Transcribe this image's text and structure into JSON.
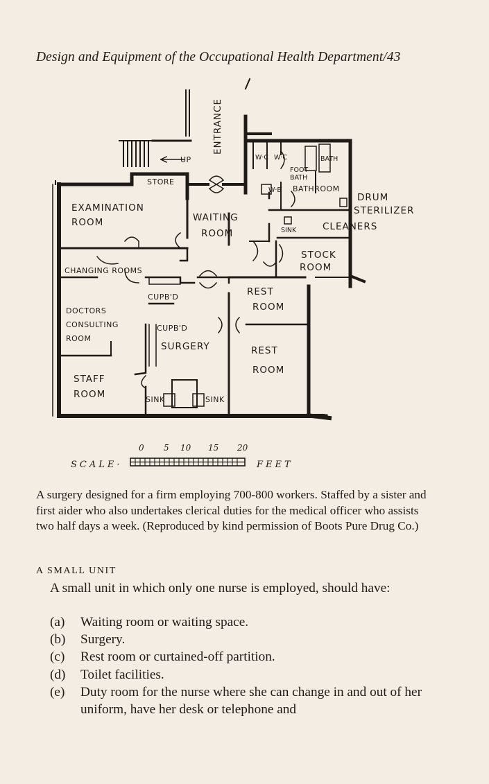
{
  "header": {
    "running_head": "Design and Equipment of the Occupational Health Department/43"
  },
  "plan": {
    "labels": {
      "entrance": "ENTRANCE",
      "up": "UP",
      "store": "STORE",
      "examination_1": "EXAMINATION",
      "examination_2": "ROOM",
      "waiting_1": "WAITING",
      "waiting_2": "ROOM",
      "wc": "W·C",
      "wc2": "W·C",
      "bath": "BATH",
      "foot_bath_1": "FOOT",
      "foot_bath_2": "BATH",
      "wb": "W·B",
      "bathroom": "BATHROOM",
      "drum": "DRUM",
      "sterilizer": "STERILIZER",
      "sink_top": "SINK",
      "cleaners": "CLEANERS",
      "stock_1": "STOCK",
      "stock_2": "ROOM",
      "changing": "CHANGING ROOMS",
      "rest_a_1": "REST",
      "rest_a_2": "ROOM",
      "cupbd_1": "CUPB'D",
      "doctors_1": "DOCTORS",
      "doctors_2": "CONSULTING",
      "doctors_3": "ROOM",
      "cupbd_2": "CUPB'D",
      "surgery": "SURGERY",
      "rest_b_1": "REST",
      "rest_b_2": "ROOM",
      "staff_1": "STAFF",
      "staff_2": "ROOM",
      "sink_left": "SINK",
      "sink_right": "SINK"
    },
    "scale": {
      "numbers": [
        "0",
        "5",
        "10",
        "15",
        "20"
      ],
      "left_text": "SCALE·",
      "right_text": "FEET"
    }
  },
  "caption": "A surgery designed for a firm employing 700-800 workers. Staffed by a sister and first aider who also undertakes clerical duties for the medical officer who assists two half days a week. (Reproduced by kind permission of Boots Pure Drug Co.)",
  "section": {
    "heading": "A SMALL UNIT",
    "intro": "A small unit in which only one nurse is employed, should have:",
    "items": [
      {
        "mark": "(a)",
        "text": "Waiting room or waiting space."
      },
      {
        "mark": "(b)",
        "text": "Surgery."
      },
      {
        "mark": "(c)",
        "text": "Rest room or curtained-off partition."
      },
      {
        "mark": "(d)",
        "text": "Toilet facilities."
      },
      {
        "mark": "(e)",
        "text": "Duty room for the nurse where she can change in and out of her uniform, have her desk or telephone and"
      }
    ]
  }
}
